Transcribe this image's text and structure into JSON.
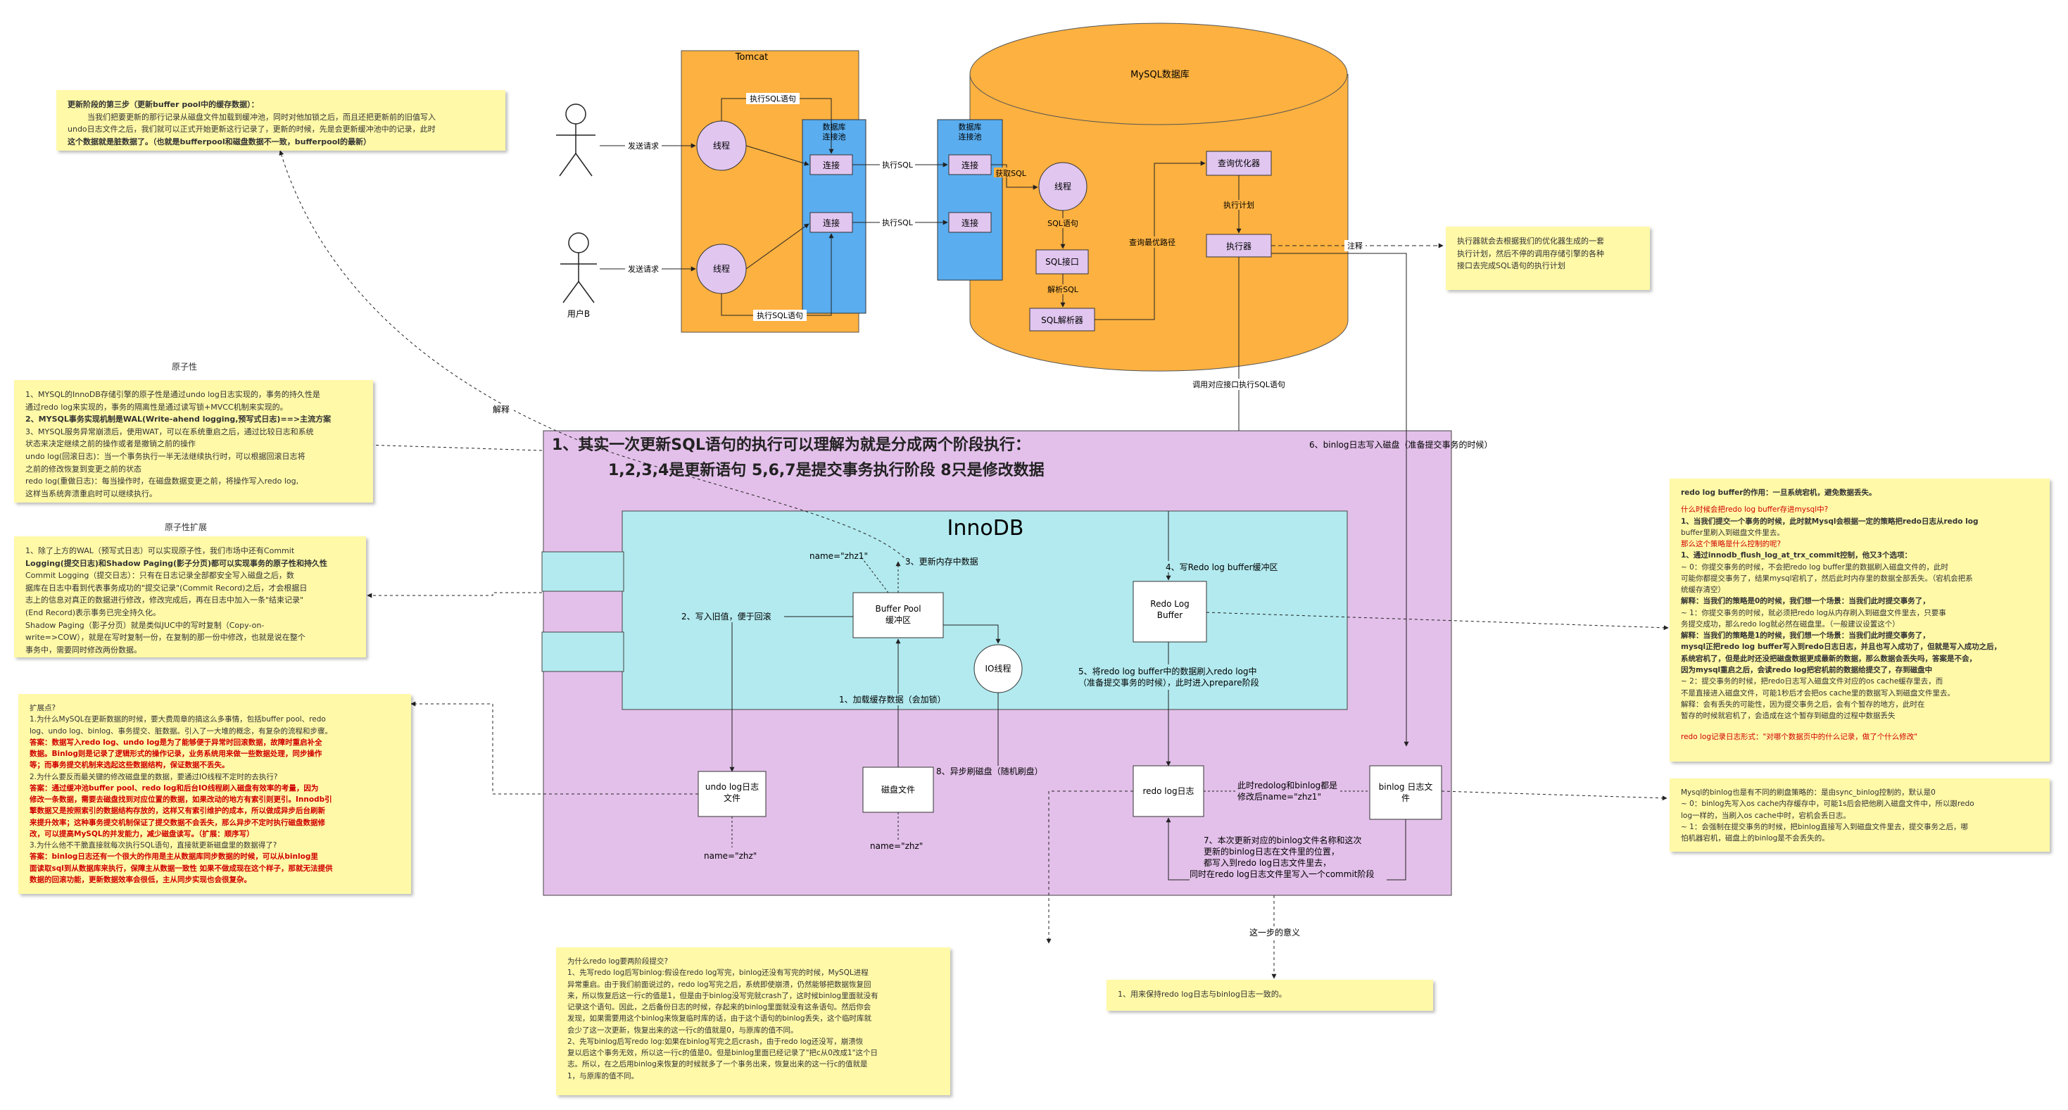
{
  "containers": {
    "tomcat": "Tomcat",
    "mysql": "MySQL数据库",
    "innodb": "InnoDB",
    "pool_left": [
      "数据库",
      "连接池"
    ],
    "pool_right": [
      "数据库",
      "连接池"
    ]
  },
  "users": {
    "user_b": "用户B"
  },
  "nodes": {
    "thread": "线程",
    "conn": "连接",
    "sql_interface": "SQL接口",
    "sql_parser": "SQL解析器",
    "optimizer": "查询优化器",
    "executor": "执行器",
    "buffer_pool": [
      "Buffer Pool",
      "缓冲区"
    ],
    "redo_buffer": [
      "Redo Log",
      "Buffer"
    ],
    "io_thread": "IO线程",
    "undo_file": [
      "undo log日志",
      "文件"
    ],
    "disk_file": "磁盘文件",
    "redo_file": "redo log日志",
    "binlog_file": [
      "binlog 日志文",
      "件"
    ]
  },
  "edge_labels": {
    "send_request_1": "发送请求",
    "send_request_2": "发送请求",
    "exec_sql_top": "执行SQL语句",
    "exec_sql_bottom": "执行SQL语句",
    "exec_sql_1": "执行SQL",
    "exec_sql_2": "执行SQL",
    "get_sql": "获取SQL",
    "sql_stmt": "SQL语句",
    "parse_sql": "解析SQL",
    "best_path": "查询最优路径",
    "exec_plan": "执行计划",
    "note": "注释",
    "call_interface": "调用对应接口执行SQL语句",
    "explain": "解释",
    "step1": "1、加载缓存数据（会加锁）",
    "step2": "2、写入旧值，便于回滚",
    "step3": "3、更新内存中数据",
    "step4": "4、写Redo log buffer缓冲区",
    "step5": [
      "5、将redo log buffer中的数据刷入redo log中",
      "（准备提交事务的时候），此时进入prepare阶段"
    ],
    "step6": "6、binlog日志写入磁盘（准备提交事务的时候）",
    "step7": [
      "7、本次更新对应的binlog文件名称和这次",
      "更新的binlog日志在文件里的位置，",
      "都写入到redo log日志文件里去，",
      "同时在redo log日志文件里写入一个commit阶段"
    ],
    "step8": "8、异步刷磁盘（随机刷盘）",
    "name_zhz1": "name=\"zhz1\"",
    "name_zhz_undo": "name=\"zhz\"",
    "name_zhz_disk": "name=\"zhz\"",
    "redo_binlog_same": [
      "此时redolog和binlog都是",
      "修改后name=\"zhz1\""
    ],
    "meaning": "这一步的意义"
  },
  "phase_title": {
    "line1": "1、其实一次更新SQL语句的执行可以理解为就是分成两个阶段执行：",
    "line2": "1,2,3,4是更新语句       5,6,7是提交事务执行阶段    8只是修改数据"
  },
  "notes": {
    "top_left": [
      "更新阶段的第三步（更新buffer pool中的缓存数据）：",
      "当我们把要更新的那行记录从磁盘文件加载到缓冲池，同时对他加锁之后，而且还把更新前的旧值写入",
      "undo日志文件之后，我们就可以正式开始更新这行记录了，更新的时候，先是会更新缓冲池中的记录，此时",
      "这个数据就是脏数据了。（也就是bufferpool和磁盘数据不一致，bufferpool的最新）"
    ],
    "atomicity_title": "原子性",
    "atomicity": [
      "1、MYSQL的InnoDB存储引擎的原子性是通过undo log日志实现的，事务的持久性是",
      "通过redo log来实现的，事务的隔离性是通过读写锁+MVCC机制来实现的。",
      "2、MYSQL事务实现机制是WAL(Write-ahend logging,预写式日志)==>主流方案",
      "3、MYSQL服务异常崩溃后，使用WAT，可以在系统重启之后，通过比较日志和系统",
      "状态来决定继续之前的操作或者是撤销之前的操作",
      "    undo log(回滚日志)：当一个事务执行一半无法继续执行时，可以根据回滚日志将",
      "之前的修改恢复到变更之前的状态",
      "    redo log(重做日志)：每当操作时，在磁盘数据变更之前，将操作写入redo log,",
      "这样当系统奔溃重启时可以继续执行。"
    ],
    "atomicity_ext_title": "原子性扩展",
    "atomicity_ext": [
      "1、除了上方的WAL（预写式日志）可以实现原子性，我们市场中还有Commit",
      "Logging(提交日志)和Shadow Paging(影子分页)都可以实现事务的原子性和持久性",
      "    Commit Logging（提交日志）：只有在日志记录全部都安全写入磁盘之后，数",
      "据库在日志中看到代表事务成功的\"提交记录\"(Commit Record)之后，才会根据日",
      "志上的信息对真正的数据进行修改，修改完成后，再在日志中加入一条\"结束记录\"",
      "(End Record)表示事务已完全持久化。",
      "    Shadow Paging（影子分页）就是类似JUC中的写时复制（Copy-on-",
      "write=>COW），就是在写时复制一份，在复制的那一份中修改，也就是说在整个",
      "事务中，需要同时修改两份数据。"
    ],
    "extension": [
      "扩展点?",
      "1.为什么MySQL在更新数据的时候，要大费周章的搞这么多事情，包括buffer pool、redo",
      "log、undo log、binlog、事务提交、脏数据。引入了一大堆的概念，有复杂的流程和步骤。",
      "    答案：数据写入redo log、undo log是为了能够便于异常时回滚数据，故障时重启补全",
      "数据。Binlog则是记录了逻辑形式的操作记录，业务系统用来做一些数据处理，同步操作",
      "等；而事务提交机制来选起这些数据结构，保证数据不丢失。",
      "2.为什么要反而最关键的修改磁盘里的数据，要通过IO线程不定时的去执行?",
      "    答案：通过缓冲池buffer pool、redo log和后台IO线程刷入磁盘有效率的考量，因为",
      "修改一条数据，需要去磁盘找到对应位置的数据，如果改动的地方有索引则更引。Innodb引",
      "擎数据又是按照索引的数据结构存放的，这样又有索引维护的成本，所以做成异步后台刷新",
      "来提升效率；这种事务提交机制保证了提交数据不会丢失，那么异步不定时执行磁盘数据修",
      "改，可以提高MySQL的并发能力，减少磁盘读写。（扩展：顺序写）",
      "3.为什么他不干脆直接就每次执行SQL语句，直接就更新磁盘里的数据得了?",
      "    答案：binlog日志还有一个很大的作用是主从数据库同步数据的时候，可以从binlog里",
      "面读取sql到从数据库来执行，保障主从数据一致性 如果不做成现在这个样子，那就无法提供",
      "数据的回滚功能，更新数据效率会很低，主从同步实现也会很复杂。"
    ],
    "executor_note": [
      "执行器就会去根据我们的优化器生成的一套",
      "执行计划，然后不停的调用存储引擎的各种",
      "接口去完成SQL语句的执行计划"
    ],
    "redo_buffer_note": [
      "redo log buffer的作用：一旦系统宕机，避免数据丢失。",
      "什么时候会把redo log buffer存进mysql中?",
      "    1、当我们提交一个事务的时候，此时就Mysql会根据一定的策略把redo日志从redo log",
      "buffer里刷入到磁盘文件里去。",
      "那么这个策略是什么控制的呢?",
      "    1、通过innodb_flush_log_at_trx_commit控制，他又3个选项：",
      "    ~ 0：你提交事务的时候，不会把redo log buffer里的数据刷入磁盘文件的，此时",
      "可能你都提交事务了，结果mysql宕机了，然后此时内存里的数据全部丢失。（宕机会把系",
      "统缓存清空）",
      "        解释：当我们的策略是0的时候，我们想一个场景：当我们此时提交事务了，",
      "    ~ 1：你提交事务的时候，就必须把redo log从内存刷入到磁盘文件里去，只要事",
      "务提交成功，那么redo log就必然在磁盘里。（一般建议设置这个）",
      "        解释：当我们的策略是1的时候，我们想一个场景：当我们此时提交事务了，",
      "mysql正把redo log buffer写入到redo日志日志，并且也写入成功了，但就是写入成功之后，",
      "系统宕机了，但是此时还没把磁盘数据更成最新的数据，那么数据会丢失吗，答案是不会，",
      "因为mysql重启之后，会读redo log把宕机前的数据给提交了，存到磁盘中",
      "    ~ 2：提交事务的时候，把redo日志写入磁盘文件对应的os cache缓存里去，而",
      "不是直接进入磁盘文件，可能1秒后才会把os cache里的数据写入到磁盘文件里去。",
      "        解释：会有丢失的可能性，因为提交事务之后，会有个暂存的地方，此时在",
      "暂存的时候就宕机了，会造成在这个暂存到磁盘的过程中数据丢失",
      "",
      "redo log记录日志形式：\"对哪个数据页中的什么记录，做了个什么修改\""
    ],
    "binlog_note": [
      "Mysql的binlog也是有不同的刷盘策略的：是由sync_binlog控制的，默认是0",
      "    ~ 0：binlog先写入os cache内存缓存中，可能1s后会把他刷入磁盘文件中，所以跟redo",
      "log一样的，当刷入os cache中时，宕机会丢日志。",
      "    ~ 1：会强制在提交事务的时候，把binlog直接写入到磁盘文件里去，提交事务之后，哪",
      "怕机器宕机，磁盘上的binlog是不会丢失的。"
    ],
    "bottom_note": [
      "为什么redo log要两阶段提交?",
      "    1、先写redo log后写binlog:假设在redo log写完，binlog还没有写完的时候，MySQL进程",
      "异常重启。由于我们前面说过的，redo log写完之后，系统即使崩溃，仍然能够把数据恢复回",
      "来，所以恢复后这一行c的值是1，但是由于binlog没写完就crash了，这时候binlog里面就没有",
      "记录这个语句。因此，之后备份日志的时候，存起来的binlog里面就没有这条语句。然后你会",
      "发现，如果需要用这个binlog来恢复临时库的话，由于这个语句的binlog丢失，这个临时库就",
      "会少了这一次更新，恢复出来的这一行c的值就是0，与原库的值不同。",
      "    2、先写binlog后写redo log:如果在binlog写完之后crash，由于redo log还没写，崩溃恢",
      "复以后这个事务无效，所以这一行c的值是0。但是binlog里面已经记录了\"把c从0改成1\"这个日",
      "志。所以，在之后用binlog来恢复的时候就多了一个事务出来，恢复出来的这一行c的值就是",
      "1，与原库的值不同。"
    ],
    "meaning_note": "1、用来保持redo log日志与binlog日志一致的。"
  },
  "colors": {
    "orange": "#fcb140",
    "blue": "#5aadef",
    "purple_node": "#e1c6f0",
    "purple_bg": "#e3c0ea",
    "cyan_bg": "#b2eaef",
    "note_yellow": "#fff9a8",
    "red": "#d00000"
  }
}
